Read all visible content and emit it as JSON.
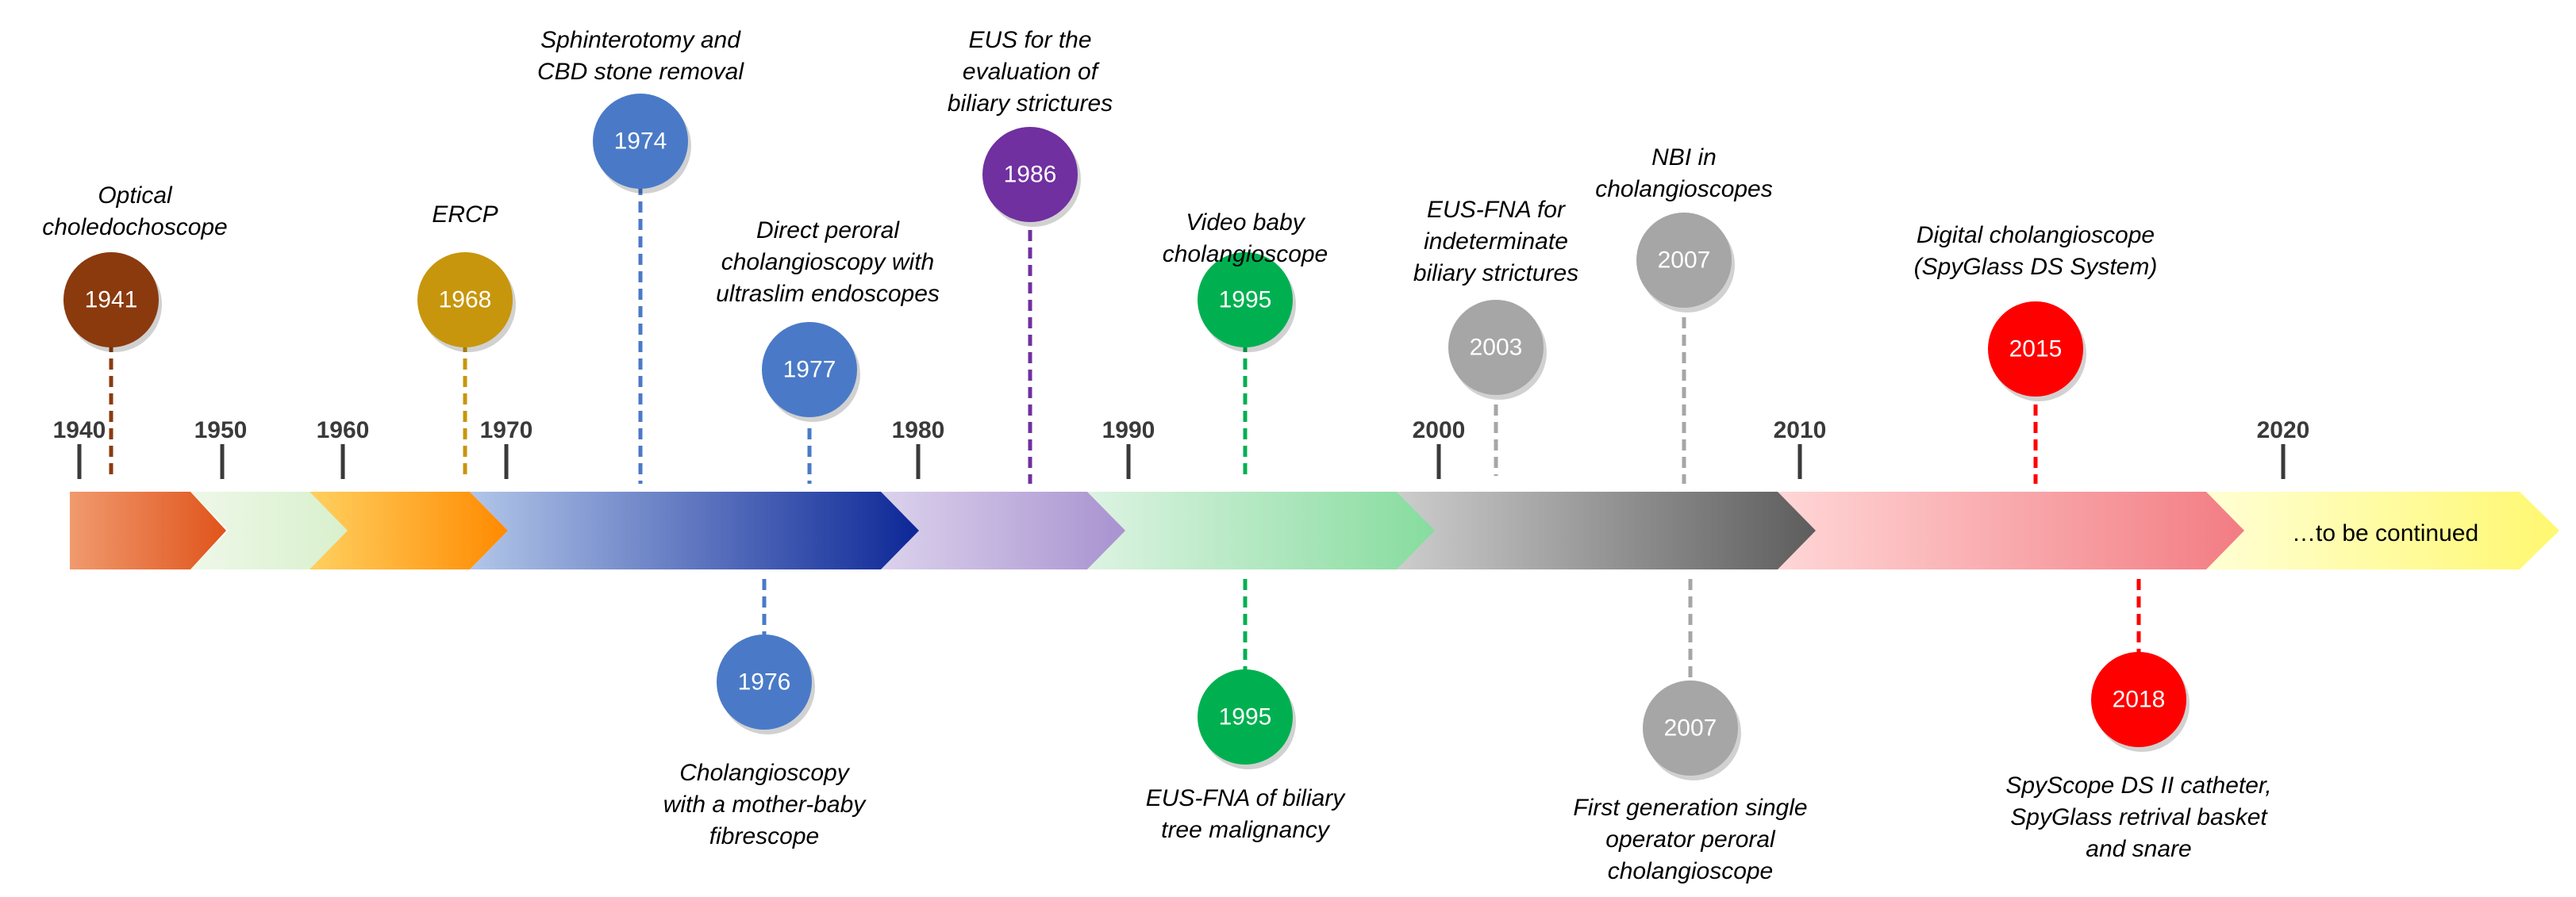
{
  "decades": [
    "1940",
    "1950",
    "1960",
    "1970",
    "1980",
    "1990",
    "2000",
    "2010",
    "2020"
  ],
  "tail_text": "…to be continued",
  "segment_colors": [
    [
      "#F09A6E",
      "#E0541B"
    ],
    [
      "#EEF8E8",
      "#D8F0CC"
    ],
    [
      "#FFD060",
      "#FF8A00"
    ],
    [
      "#B2C6E8",
      "#0A2596"
    ],
    [
      "#DCD2EC",
      "#A892D0"
    ],
    [
      "#DDF3E2",
      "#86DC9E"
    ],
    [
      "#CDCDCD",
      "#5A5A5A"
    ],
    [
      "#FFD6D6",
      "#F27B82"
    ],
    [
      "#FFFFD4",
      "#FFF870"
    ]
  ],
  "events": [
    {
      "year": "1941",
      "lines": [
        "Optical",
        "choledochoscope"
      ],
      "color": "#8B3A0E"
    },
    {
      "year": "1968",
      "lines": [
        "ERCP"
      ],
      "color": "#C7960C"
    },
    {
      "year": "1974",
      "lines": [
        "Sphinterotomy and",
        "CBD stone removal"
      ],
      "color": "#4A7AC7"
    },
    {
      "year": "1976",
      "lines": [
        "Cholangioscopy",
        "with a mother-baby",
        "fibrescope"
      ],
      "color": "#4A7AC7"
    },
    {
      "year": "1977",
      "lines": [
        "Direct peroral",
        "cholangioscopy with",
        "ultraslim endoscopes"
      ],
      "color": "#4A7AC7"
    },
    {
      "year": "1986",
      "lines": [
        "EUS for the",
        "evaluation of",
        "biliary strictures"
      ],
      "color": "#7030A0"
    },
    {
      "year": "1995",
      "lines": [
        "Video baby",
        "cholangioscope"
      ],
      "color": "#00B050"
    },
    {
      "year": "1995",
      "lines": [
        "EUS-FNA of biliary",
        "tree malignancy"
      ],
      "color": "#00B050"
    },
    {
      "year": "2003",
      "lines": [
        "EUS-FNA for",
        "indeterminate",
        "biliary strictures"
      ],
      "color": "#A6A6A6"
    },
    {
      "year": "2007",
      "lines": [
        "NBI in",
        "cholangioscopes"
      ],
      "color": "#A6A6A6"
    },
    {
      "year": "2007",
      "lines": [
        "First generation single",
        "operator peroral",
        "cholangioscope"
      ],
      "color": "#A6A6A6"
    },
    {
      "year": "2015",
      "lines": [
        "Digital cholangioscope",
        "(SpyGlass DS System)"
      ],
      "color": "#FF0000"
    },
    {
      "year": "2018",
      "lines": [
        "SpyScope DS II catheter,",
        "SpyGlass retrival basket",
        "and snare"
      ],
      "color": "#FF0000"
    }
  ]
}
